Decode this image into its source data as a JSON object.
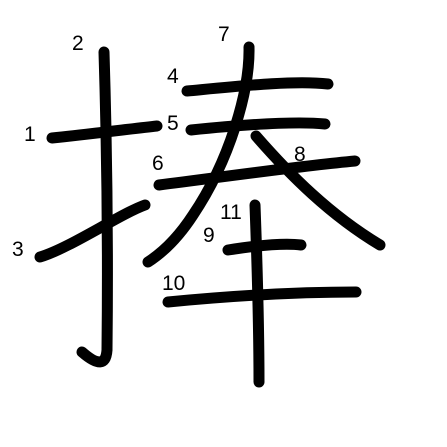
{
  "diagram": {
    "ink_color": "#000000",
    "background_color": "#ffffff",
    "stroke_numbers": [
      "1",
      "2",
      "3",
      "4",
      "5",
      "6",
      "7",
      "8",
      "9",
      "10",
      "11"
    ]
  }
}
